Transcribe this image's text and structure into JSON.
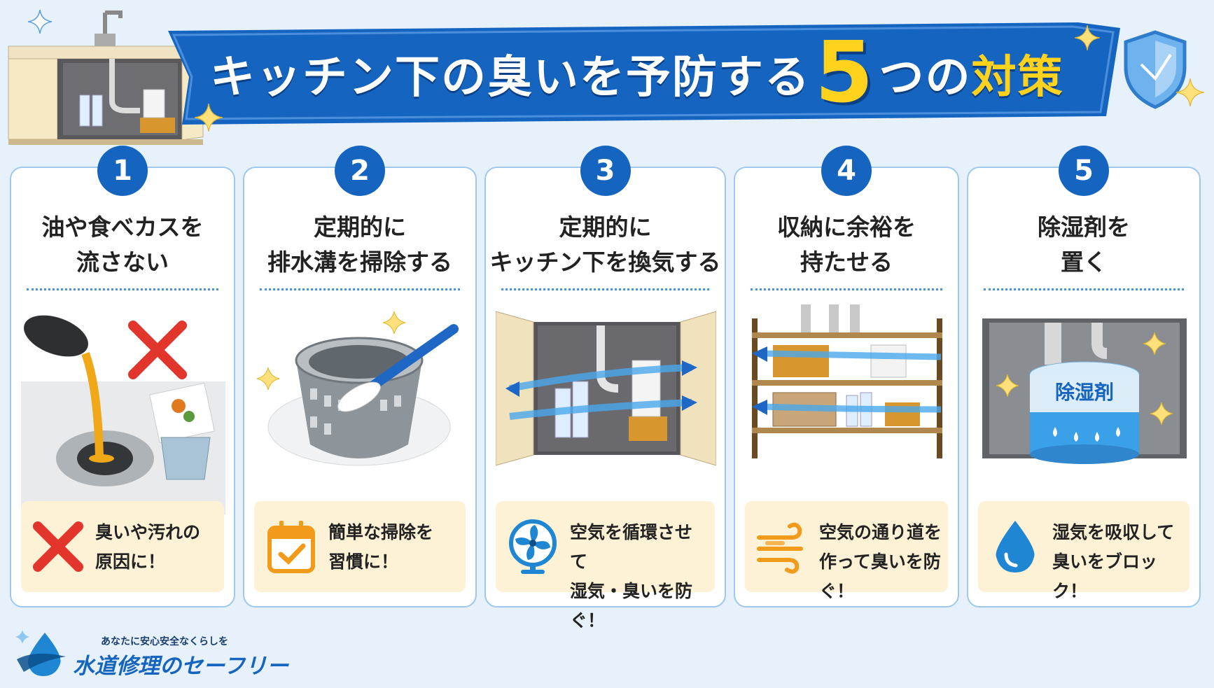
{
  "header": {
    "title_main": "キッチン下の臭いを予防する",
    "title_number": "5",
    "title_no": "つの",
    "title_end": "対策"
  },
  "steps": [
    {
      "number": "1",
      "title_line1": "油や食べカスを",
      "title_line2": "流さない",
      "note_line1": "臭いや汚れの",
      "note_line2": "原因に！",
      "note_icon": "red-x-icon"
    },
    {
      "number": "2",
      "title_line1": "定期的に",
      "title_line2": "排水溝を掃除する",
      "note_line1": "簡単な掃除を",
      "note_line2": "習慣に！",
      "note_icon": "calendar-check-icon"
    },
    {
      "number": "3",
      "title_line1": "定期的に",
      "title_line2": "キッチン下を換気する",
      "note_line1": "空気を循環させて",
      "note_line2": "湿気・臭いを防ぐ！",
      "note_icon": "fan-icon"
    },
    {
      "number": "4",
      "title_line1": "収納に余裕を",
      "title_line2": "持たせる",
      "note_line1": "空気の通り道を",
      "note_line2": "作って臭いを防ぐ！",
      "note_icon": "wind-icon"
    },
    {
      "number": "5",
      "title_line1": "除湿剤を",
      "title_line2": "置く",
      "note_line1": "湿気を吸収して",
      "note_line2": "臭いをブロック！",
      "note_icon": "water-drop-icon",
      "product_label": "除湿剤"
    }
  ],
  "footer": {
    "tagline": "あなたに安心安全なくらしを",
    "brand": "水道修理のセーフリー"
  },
  "colors": {
    "background": "#e6f1fb",
    "banner_blue": "#1565c0",
    "accent_yellow": "#ffd21e",
    "note_bg": "#fdf1d6",
    "card_border": "#9ec8ee"
  }
}
